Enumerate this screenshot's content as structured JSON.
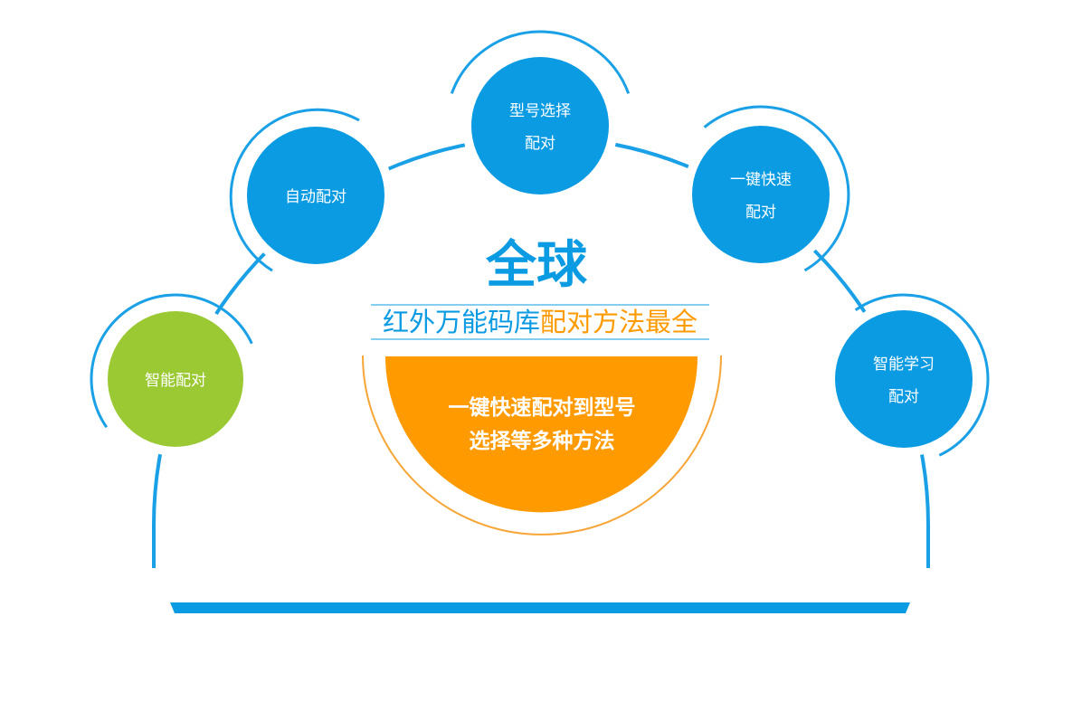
{
  "colors": {
    "blue": "#0b9be3",
    "arc_blue": "#1aa0e6",
    "green": "#9bc934",
    "orange": "#ff9a00",
    "orange_ring": "#f7a536",
    "white": "#ffffff"
  },
  "headline": "全球",
  "subtitle": {
    "part1": "红外万能码库",
    "part2": "配对方法最全"
  },
  "center_text": {
    "line1": "一键快速配对到型号",
    "line2": "选择等多种方法"
  },
  "methods": [
    {
      "line1": "智能配对",
      "line2": "",
      "color": "green"
    },
    {
      "line1": "自动配对",
      "line2": "",
      "color": "blue"
    },
    {
      "line1": "型号选择",
      "line2": "配对",
      "color": "blue"
    },
    {
      "line1": "一键快速",
      "line2": "配对",
      "color": "blue"
    },
    {
      "line1": "智能学习",
      "line2": "配对",
      "color": "blue"
    }
  ]
}
